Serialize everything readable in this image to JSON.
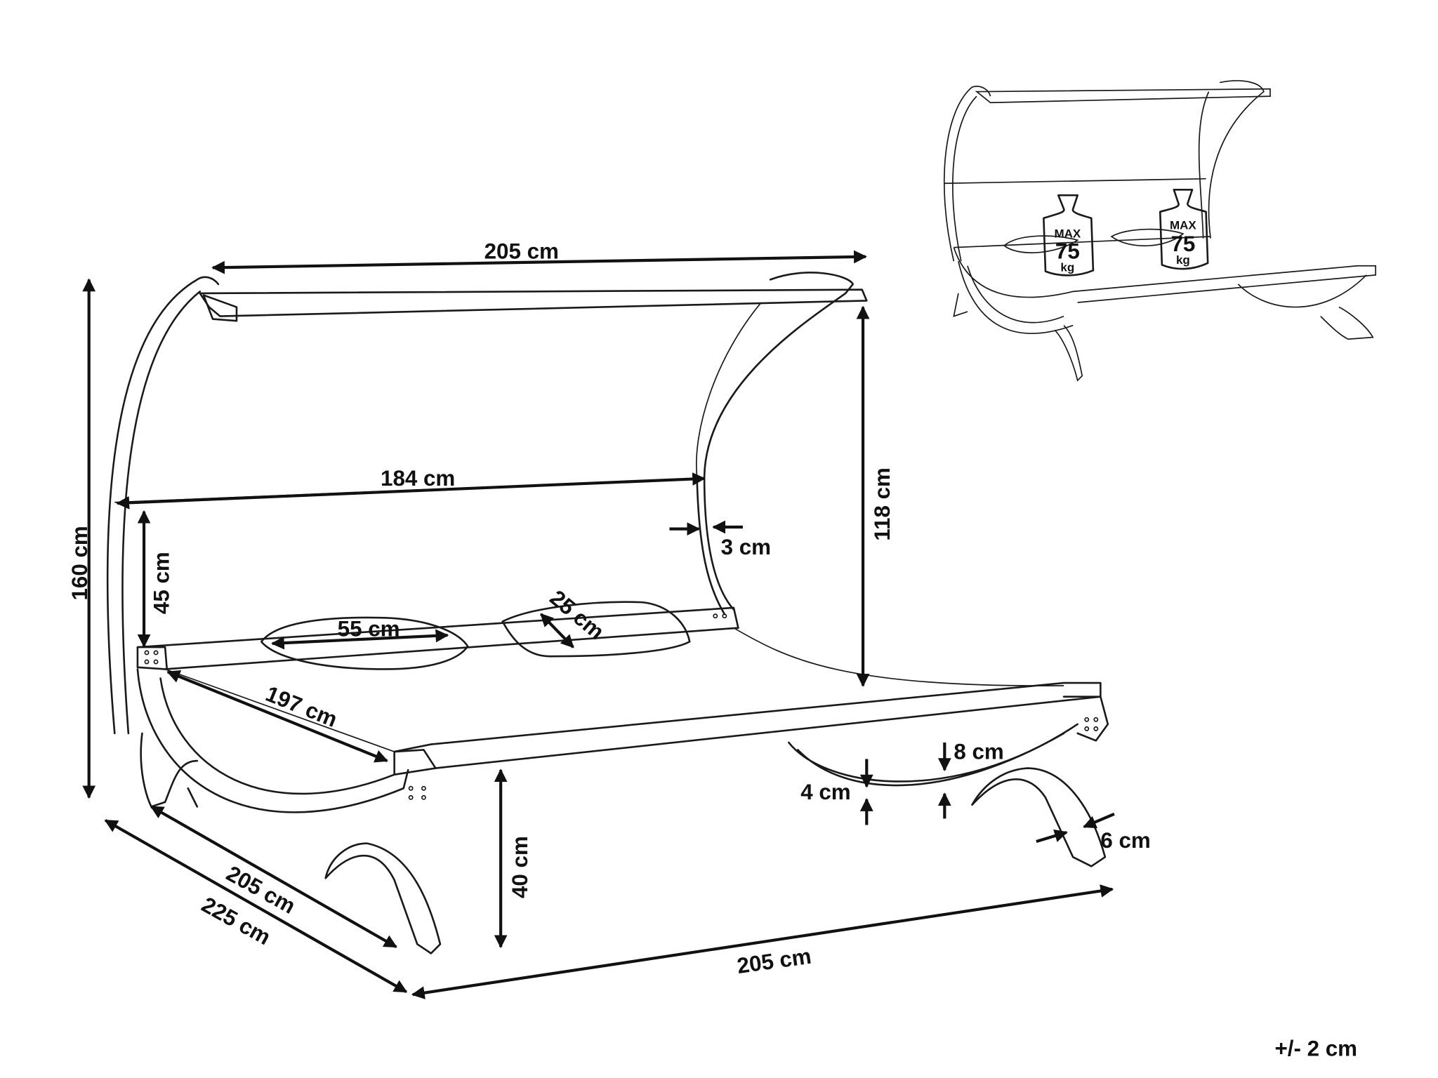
{
  "diagram": {
    "dimensions": {
      "canopy_width": "205 cm",
      "inner_width": "184 cm",
      "total_height": "160 cm",
      "backrest_height": "45 cm",
      "canopy_height": "118 cm",
      "frame_thickness": "3 cm",
      "pillow_length": "55 cm",
      "pillow_width": "25 cm",
      "bed_length": "197 cm",
      "depth_inner": "205 cm",
      "depth_total": "225 cm",
      "seat_height": "40 cm",
      "base_width": "205 cm",
      "arc_width": "8 cm",
      "leg_clearance": "4 cm",
      "leg_thickness": "6 cm"
    },
    "tolerance": "+/- 2 cm",
    "weight_limits": [
      {
        "max": "MAX",
        "value": "75",
        "unit": "kg"
      },
      {
        "max": "MAX",
        "value": "75",
        "unit": "kg"
      }
    ]
  }
}
